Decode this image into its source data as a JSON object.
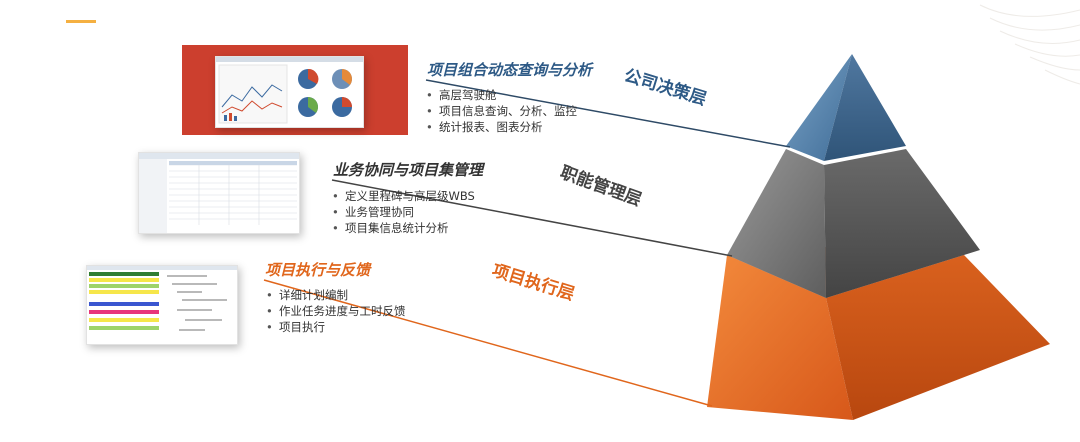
{
  "colors": {
    "accent": "#f5b041",
    "top": "#4c7aa4",
    "middle": "#6e6e6e",
    "bottom": "#e8691e",
    "red": "#cc3f2e"
  },
  "layers": {
    "top": {
      "label": "公司决策层",
      "title": "项目组合动态查询与分析",
      "items": [
        "高层驾驶舱",
        "项目信息查询、分析、监控",
        "统计报表、图表分析"
      ]
    },
    "middle": {
      "label": "职能管理层",
      "title": "业务协同与项目集管理",
      "items": [
        "定义里程碑与高层级WBS",
        "业务管理协同",
        "项目集信息统计分析"
      ]
    },
    "bottom": {
      "label": "项目执行层",
      "title": "项目执行与反馈",
      "items": [
        "详细计划编制",
        "作业任务进度与工时反馈",
        "项目执行"
      ]
    }
  }
}
